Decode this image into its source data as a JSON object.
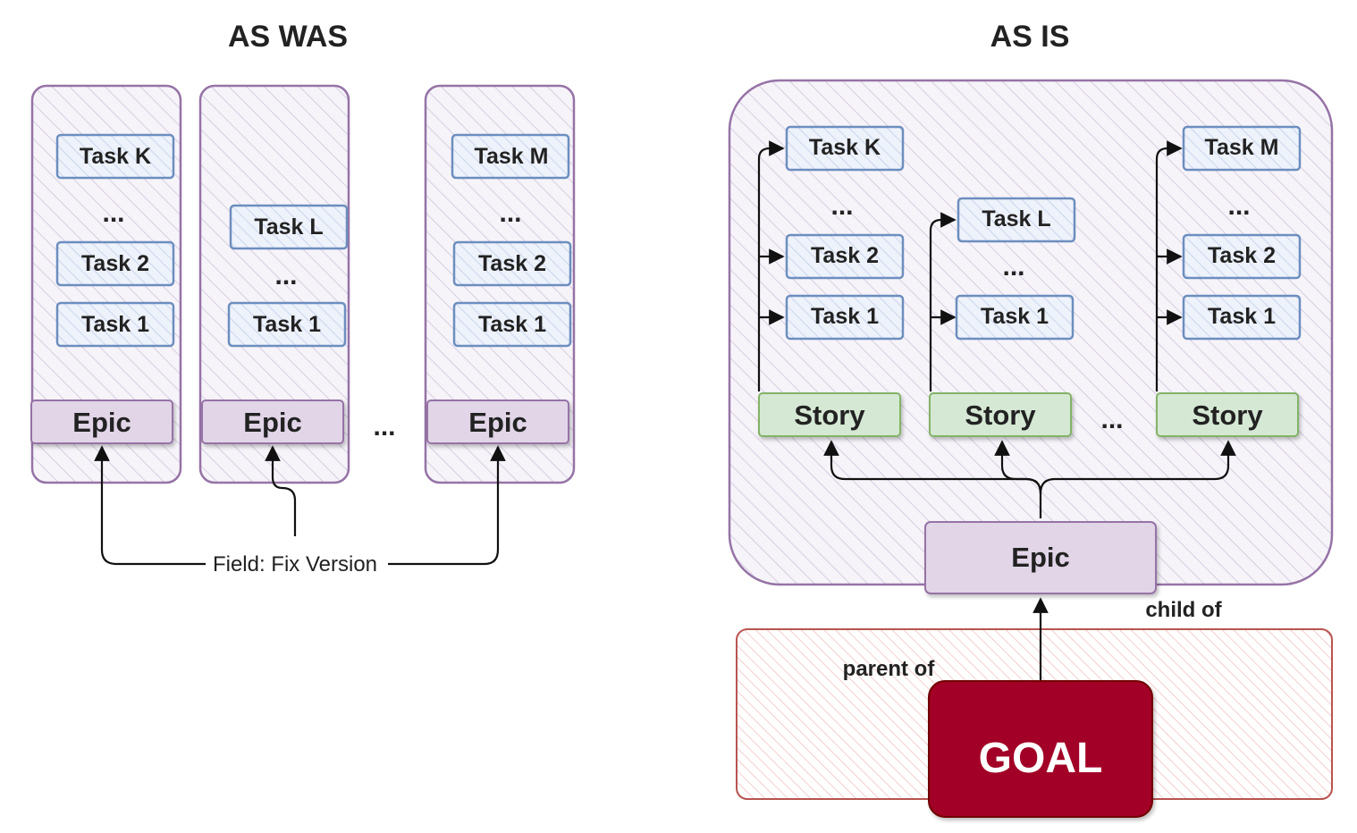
{
  "titles": {
    "left": "AS WAS",
    "right": "AS IS"
  },
  "colors": {
    "column_border": "#9673a6",
    "column_fill": "#f3f0f7",
    "task_border": "#6c8ebf",
    "task_fill": "#e6ecf7",
    "epic_border": "#9673a6",
    "epic_fill": "#e1d5e7",
    "story_border": "#82b366",
    "story_fill": "#d5e8d4",
    "goal_fill": "#a20025",
    "goal_border": "#6f0000",
    "goal_area_border": "#b85450",
    "goal_area_hatch": "#f0c2c0"
  },
  "left": {
    "columns": [
      {
        "tasks": [
          "Task K",
          "...",
          "Task 2",
          "Task 1"
        ],
        "epic": "Epic"
      },
      {
        "tasks": [
          "Task L",
          "...",
          "Task 1"
        ],
        "epic": "Epic"
      },
      {
        "tasks": [
          "Task M",
          "...",
          "Task 2",
          "Task 1"
        ],
        "epic": "Epic"
      }
    ],
    "between_dots": "...",
    "field_label": "Field: Fix Version"
  },
  "right": {
    "stories": [
      {
        "label": "Story",
        "tasks": [
          "Task K",
          "...",
          "Task 2",
          "Task 1"
        ]
      },
      {
        "label": "Story",
        "tasks": [
          "Task L",
          "...",
          "Task 1"
        ]
      },
      {
        "label": "Story",
        "tasks": [
          "Task M",
          "...",
          "Task 2",
          "Task 1"
        ]
      }
    ],
    "between_dots": "...",
    "epic": "Epic",
    "child_of": "child of",
    "parent_of": "parent of",
    "goal": "GOAL"
  }
}
